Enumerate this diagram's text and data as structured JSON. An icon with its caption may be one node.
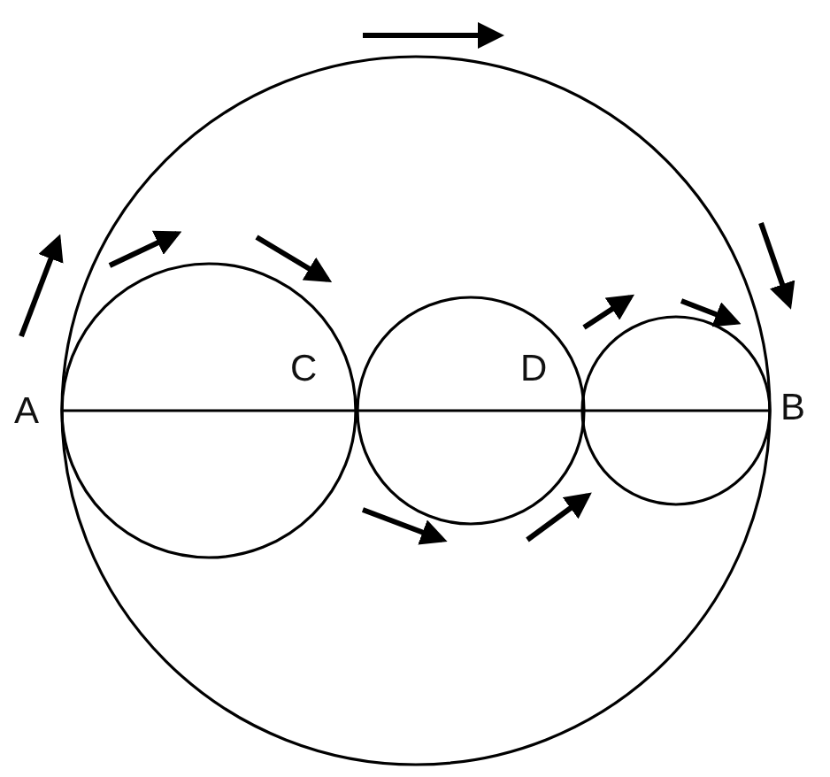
{
  "diagram": {
    "labels": [
      "A",
      "C",
      "D",
      "B"
    ]
  }
}
